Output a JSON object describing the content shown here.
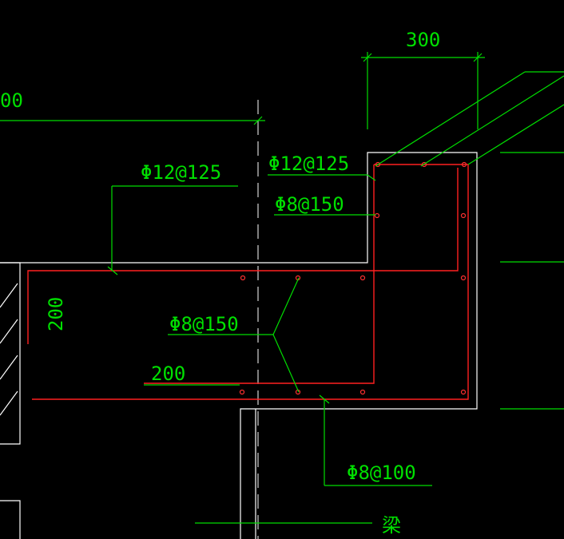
{
  "labels": {
    "dim_top": "300",
    "dim_left_partial": "00",
    "rebar_left_top": "Φ12@125",
    "rebar_right_top": "Φ12@125",
    "stirrup_right": "Φ8@150",
    "stirrup_middle": "Φ8@150",
    "dim_vertical": "200",
    "dim_horizontal": "200",
    "stirrup_bottom": "Φ8@100",
    "beam_label": "梁"
  },
  "colors": {
    "background": "#000000",
    "outline": "#ffffff",
    "dimension": "#00dd00",
    "rebar": "#ff2020"
  }
}
